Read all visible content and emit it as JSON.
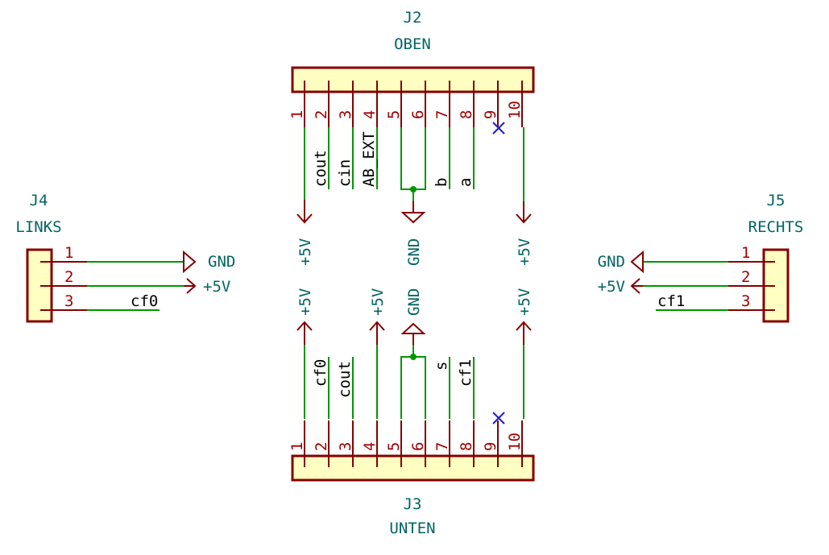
{
  "connectors": {
    "j2": {
      "ref": "J2",
      "value": "OBEN",
      "pins": [
        "1",
        "2",
        "3",
        "4",
        "5",
        "6",
        "7",
        "8",
        "9",
        "10"
      ],
      "nets": {
        "p2": "cout",
        "p3": "cin",
        "p4": "AB_EXT",
        "p7": "b",
        "p8": "a"
      },
      "power": {
        "p1": "+5V",
        "p6": "GND",
        "p10": "+5V"
      }
    },
    "j3": {
      "ref": "J3",
      "value": "UNTEN",
      "pins": [
        "1",
        "2",
        "3",
        "4",
        "5",
        "6",
        "7",
        "8",
        "9",
        "10"
      ],
      "nets": {
        "p2": "cf0",
        "p3": "cout",
        "p7": "s",
        "p8": "cf1"
      },
      "power": {
        "p1": "+5V",
        "p4": "+5V",
        "p6": "GND",
        "p10": "+5V"
      }
    },
    "j4": {
      "ref": "J4",
      "value": "LINKS",
      "pins": [
        "1",
        "2",
        "3"
      ],
      "nets": {
        "p3": "cf0"
      },
      "power": {
        "p1": "GND",
        "p2": "+5V"
      }
    },
    "j5": {
      "ref": "J5",
      "value": "RECHTS",
      "pins": [
        "1",
        "2",
        "3"
      ],
      "nets": {
        "p3": "cf1"
      },
      "power": {
        "p1": "GND",
        "p2": "+5V"
      }
    }
  },
  "colors": {
    "component_body": "#ffffc2",
    "component_outline": "#840000",
    "wire": "#009600",
    "reference_text": "#006464",
    "pin_number": "#a00000",
    "no_connect": "#2020c0"
  }
}
